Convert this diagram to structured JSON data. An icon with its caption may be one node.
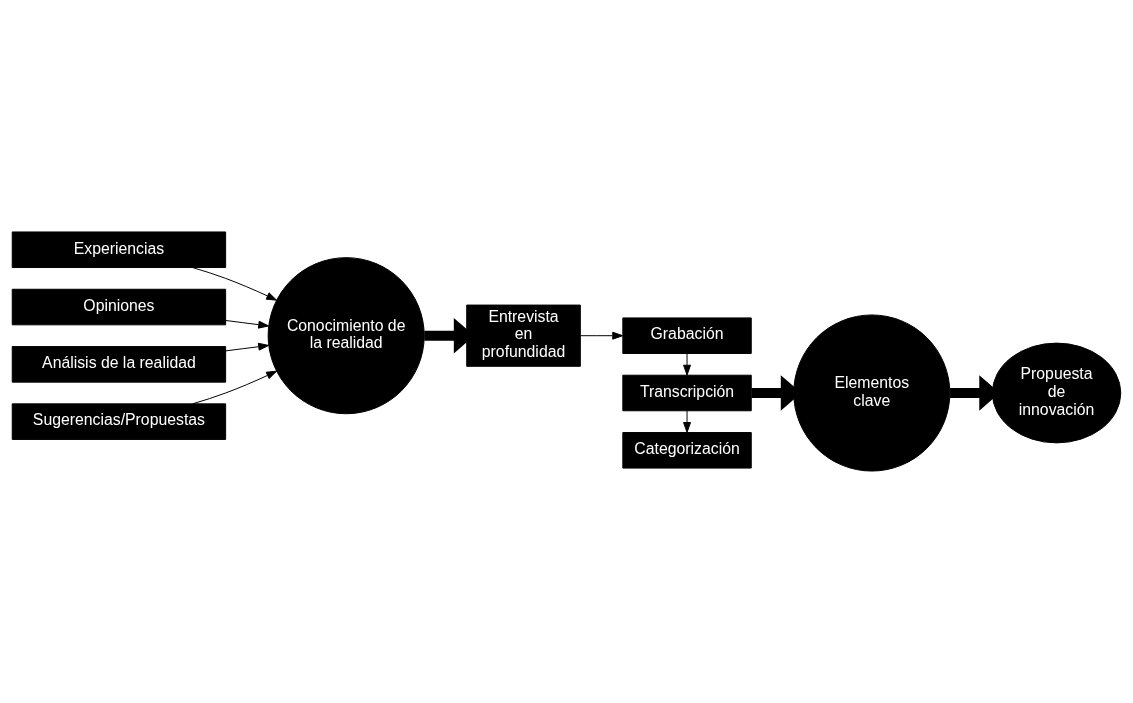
{
  "diagram": {
    "nodes": [
      {
        "text": [
          "Experiencias"
        ]
      },
      {
        "text": [
          "Opiniones"
        ]
      },
      {
        "text": [
          "Análisis de la realidad"
        ]
      },
      {
        "text": [
          "Sugerencias/Propuestas"
        ]
      },
      {
        "text": [
          "Conocimiento de la realidad"
        ]
      },
      {
        "text": [
          "Entrevista en profundidad"
        ]
      },
      {
        "text": [
          "Grabación"
        ]
      },
      {
        "text": [
          "Transcripción"
        ]
      },
      {
        "text": [
          "Categorización"
        ]
      },
      {
        "text": [
          "Elementos clave"
        ]
      },
      {
        "text": [
          "Propuesta de innovación"
        ]
      }
    ],
    "edges": [
      {
        "from": 0,
        "to": 4,
        "arrow": "to"
      },
      {
        "from": 1,
        "to": 4,
        "arrow": "to"
      },
      {
        "from": 2,
        "to": 4,
        "arrow": "to"
      },
      {
        "from": 3,
        "to": 4,
        "arrow": "to"
      },
      {
        "from": 4,
        "to": 5,
        "arrow": "to",
        "style": "thick"
      },
      {
        "from": 5,
        "to": 6,
        "arrow": "to"
      },
      {
        "from": 6,
        "to": 7,
        "arrow": "to"
      },
      {
        "from": 7,
        "to": 8,
        "arrow": "to"
      },
      {
        "from": 7,
        "to": 9,
        "arrow": "to",
        "style": "thick"
      },
      {
        "from": 9,
        "to": 10,
        "arrow": "to",
        "style": "thick"
      }
    ]
  }
}
